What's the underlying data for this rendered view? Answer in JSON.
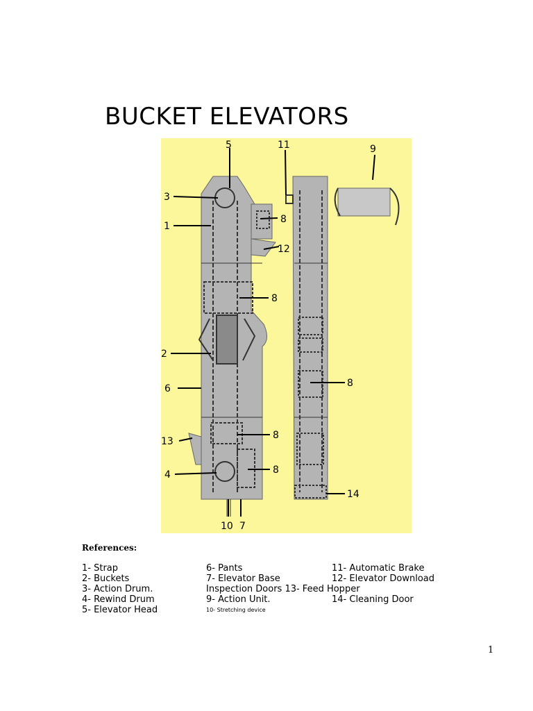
{
  "title": "BUCKET ELEVATORS",
  "figure": {
    "background_color": "#fbf79a",
    "body_color": "#b4b4b4",
    "callouts": {
      "c5": "5",
      "c11": "11",
      "c9": "9",
      "c3": "3",
      "c1": "1",
      "c8a": "8",
      "c12": "12",
      "c8b": "8",
      "c2": "2",
      "c6": "6",
      "c8c": "8",
      "c13": "13",
      "c8d": "8",
      "c4": "4",
      "c8e": "8",
      "c14": "14",
      "c10": "10",
      "c7": "7"
    }
  },
  "references": {
    "heading": "References:",
    "col1": [
      "1- Strap",
      "2- Buckets",
      "3- Action Drum.",
      "4- Rewind Drum",
      "5- Elevator Head"
    ],
    "col2": [
      "6- Pants",
      "7- Elevator Base",
      "Inspection Doors 13- Feed Hopper",
      "9- Action Unit.",
      "10- Stretching device"
    ],
    "col3": [
      "11- Automatic Brake",
      "12- Elevator Download",
      "14- Cleaning Door"
    ]
  },
  "page_number": "1"
}
